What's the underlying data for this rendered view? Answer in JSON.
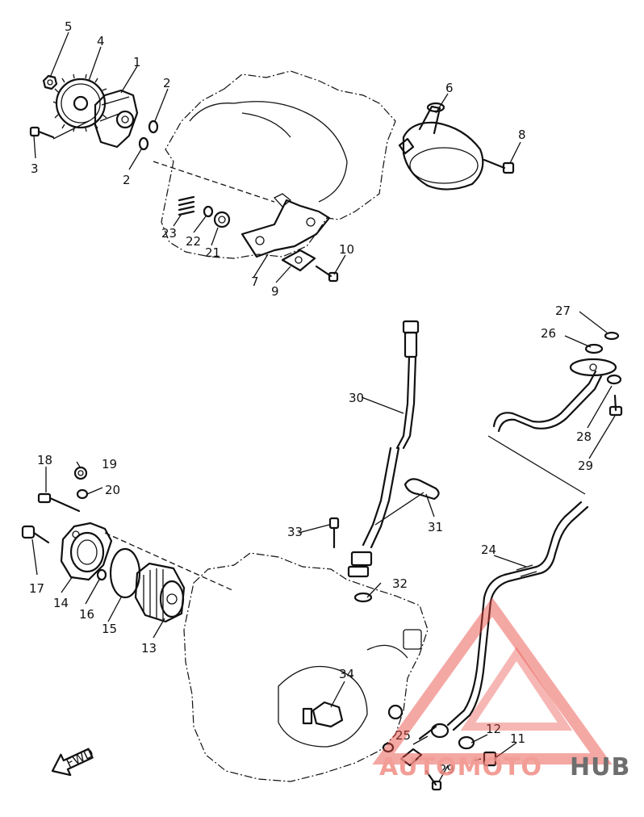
{
  "diagram": {
    "part_numbers": [
      "1",
      "2",
      "2",
      "3",
      "4",
      "5",
      "6",
      "7",
      "8",
      "9",
      "10",
      "11",
      "12",
      "13",
      "14",
      "15",
      "16",
      "17",
      "18",
      "19",
      "20",
      "21",
      "22",
      "23",
      "24",
      "25",
      "26",
      "27",
      "28",
      "29",
      "29",
      "30",
      "31",
      "32",
      "33",
      "34"
    ],
    "direction_marker": "FWD",
    "watermark": {
      "brand_part1": "AUTOMOTO",
      "brand_part2": "HUB",
      "colors": {
        "accent": "#e8453c",
        "accent_light": "#f4a49e",
        "dark": "#555555"
      }
    }
  }
}
